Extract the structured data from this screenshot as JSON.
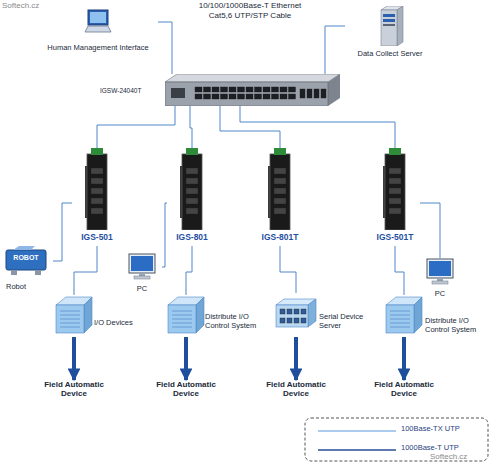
{
  "diagram": {
    "nodes": [
      {
        "text": [
          "Human Management Interface"
        ]
      },
      {
        "text": [
          "Data Collect Server"
        ]
      },
      {
        "text": [
          "IGSW-24040T"
        ]
      },
      {
        "text": [
          "IGS-501"
        ]
      },
      {
        "text": [
          "IGS-801"
        ]
      },
      {
        "text": [
          "IGS-801T"
        ]
      },
      {
        "text": [
          "IGS-501T"
        ]
      },
      {
        "text": [
          "ROBOT",
          "Robot"
        ]
      },
      {
        "text": [
          "PC"
        ]
      },
      {
        "text": [
          "PC"
        ]
      },
      {
        "text": [
          "I/O Devices"
        ]
      },
      {
        "text": [
          "Distribute I/O Control System"
        ]
      },
      {
        "text": [
          "Serial Device Server"
        ]
      },
      {
        "text": [
          "Distribute I/O Control System"
        ]
      },
      {
        "text": [
          "Field Automatic Device"
        ]
      },
      {
        "text": [
          "Field Automatic Device"
        ]
      },
      {
        "text": [
          "Field Automatic Device"
        ]
      },
      {
        "text": [
          "Field Automatic Device"
        ]
      }
    ],
    "edges": [
      {
        "from": 0,
        "to": 2,
        "arrow": "none"
      },
      {
        "from": 1,
        "to": 2,
        "arrow": "none"
      },
      {
        "from": 2,
        "to": 3,
        "arrow": "none"
      },
      {
        "from": 2,
        "to": 4,
        "arrow": "none"
      },
      {
        "from": 2,
        "to": 5,
        "arrow": "none"
      },
      {
        "from": 2,
        "to": 6,
        "arrow": "none"
      },
      {
        "from": 3,
        "to": 7,
        "arrow": "none"
      },
      {
        "from": 3,
        "to": 10,
        "arrow": "none"
      },
      {
        "from": 4,
        "to": 8,
        "arrow": "none"
      },
      {
        "from": 4,
        "to": 11,
        "arrow": "none"
      },
      {
        "from": 5,
        "to": 12,
        "arrow": "none"
      },
      {
        "from": 6,
        "to": 9,
        "arrow": "none"
      },
      {
        "from": 6,
        "to": 13,
        "arrow": "none"
      },
      {
        "from": 10,
        "to": 14,
        "arrow": "to"
      },
      {
        "from": 11,
        "to": 15,
        "arrow": "to"
      },
      {
        "from": 12,
        "to": 16,
        "arrow": "to"
      },
      {
        "from": 13,
        "to": 17,
        "arrow": "to"
      }
    ],
    "labels": [
      "Softech.cz",
      "10/100/1000Base-T Ethernet",
      "Cat5,6 UTP/STP Cable",
      "Softech.cz"
    ],
    "legend": [
      {
        "text": "100Base-TX UTP"
      },
      {
        "text": "1000Base-T UTP"
      }
    ]
  }
}
